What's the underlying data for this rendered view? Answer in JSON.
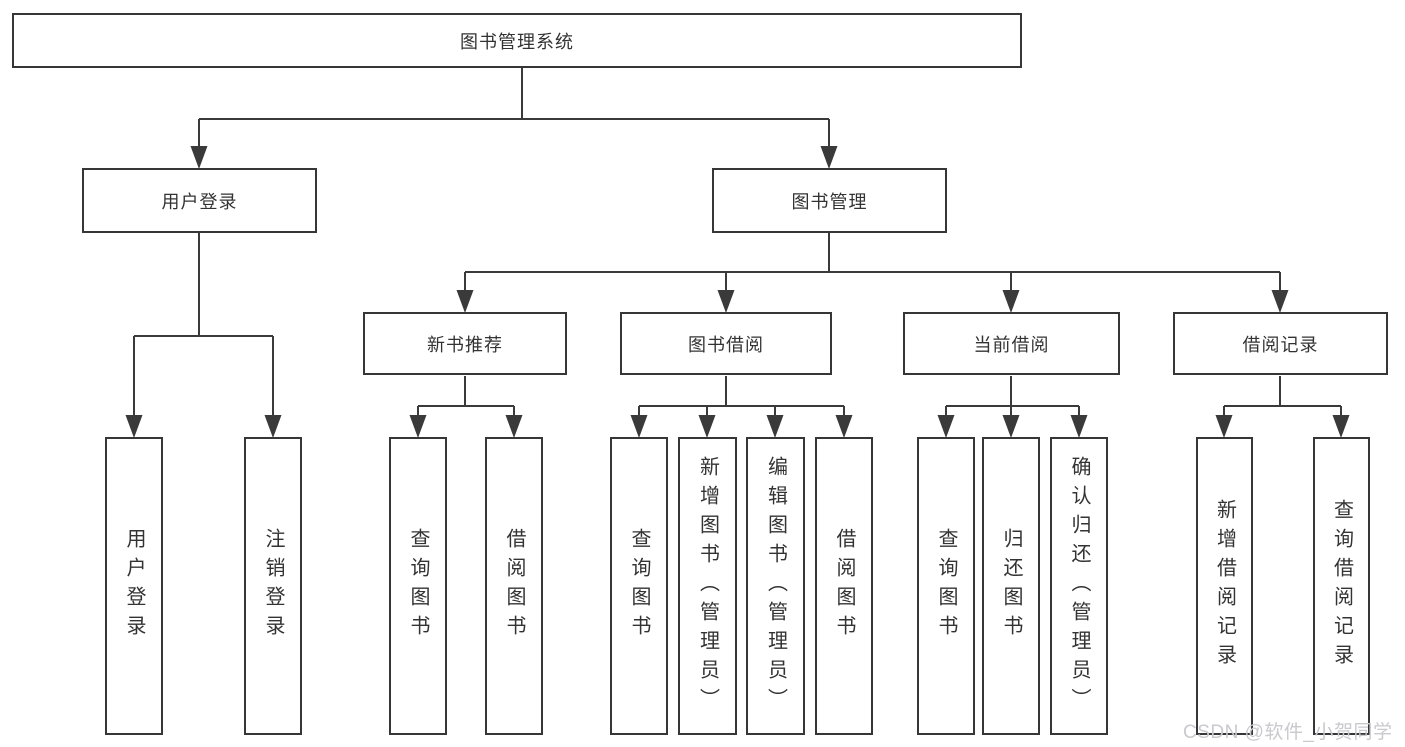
{
  "tree": {
    "root": {
      "label": "图书管理系统",
      "children": [
        {
          "label": "用户登录",
          "children": [
            {
              "label": "用户登录"
            },
            {
              "label": "注销登录"
            }
          ]
        },
        {
          "label": "图书管理",
          "children": [
            {
              "label": "新书推荐",
              "children": [
                {
                  "label": "查询图书"
                },
                {
                  "label": "借阅图书"
                }
              ]
            },
            {
              "label": "图书借阅",
              "children": [
                {
                  "label": "查询图书"
                },
                {
                  "label": "新增图书（管理员）"
                },
                {
                  "label": "编辑图书（管理员）"
                },
                {
                  "label": "借阅图书"
                }
              ]
            },
            {
              "label": "当前借阅",
              "children": [
                {
                  "label": "查询图书"
                },
                {
                  "label": "归还图书"
                },
                {
                  "label": "确认归还（管理员）"
                }
              ]
            },
            {
              "label": "借阅记录",
              "children": [
                {
                  "label": "新增借阅记录"
                },
                {
                  "label": "查询借阅记录"
                }
              ]
            }
          ]
        }
      ]
    }
  },
  "watermark": {
    "text": "CSDN @软件_小贺同学"
  },
  "colors": {
    "line": "#3a3a3a",
    "box_border": "#363636",
    "text": "#333333",
    "watermark": "#c9c9ce",
    "background": "#ffffff"
  }
}
